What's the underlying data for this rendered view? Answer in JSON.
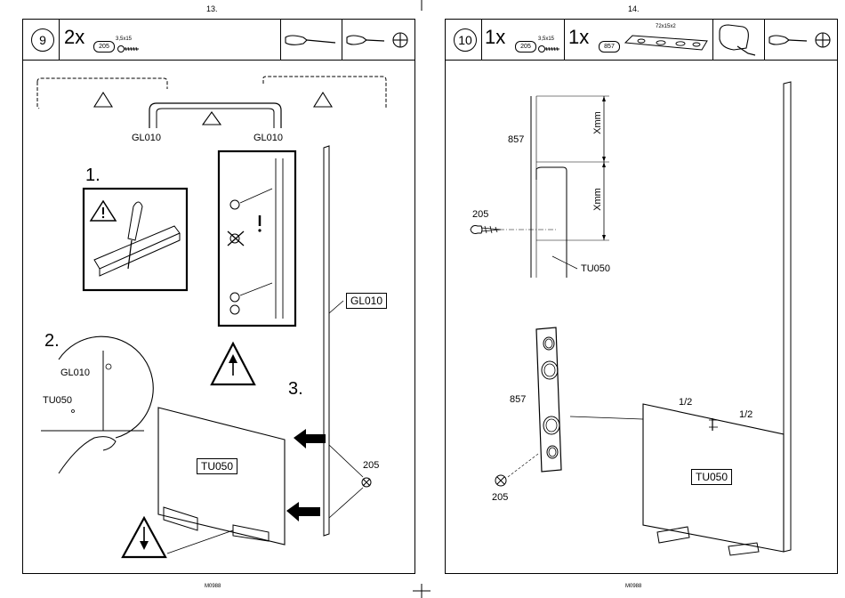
{
  "pages": {
    "left_number": "13.",
    "right_number": "14.",
    "footer_code": "M0988"
  },
  "step9": {
    "number": "9",
    "qty": "2x",
    "part": "205",
    "screw_size": "3,5x15",
    "label_glo_left": "GL010",
    "label_glo_right": "GL010",
    "sub1": "1.",
    "sub2": "2.",
    "sub3": "3.",
    "detail_glo": "GL010",
    "detail_tu": "TU050",
    "panel_label": "TU050",
    "rail_label": "GL010",
    "screw_label": "205"
  },
  "step10": {
    "number": "10",
    "qty1": "1x",
    "part1": "205",
    "screw_size": "3,5x15",
    "qty2": "1x",
    "part2": "857",
    "plate_size": "72x15x2",
    "label_857_top": "857",
    "dim_top": "Xmm",
    "dim_bottom": "Xmm",
    "label_205_top": "205",
    "label_tu_top": "TU050",
    "label_857_mid": "857",
    "label_205_bottom": "205",
    "half_left": "1/2",
    "half_right": "1/2",
    "panel_label": "TU050"
  }
}
